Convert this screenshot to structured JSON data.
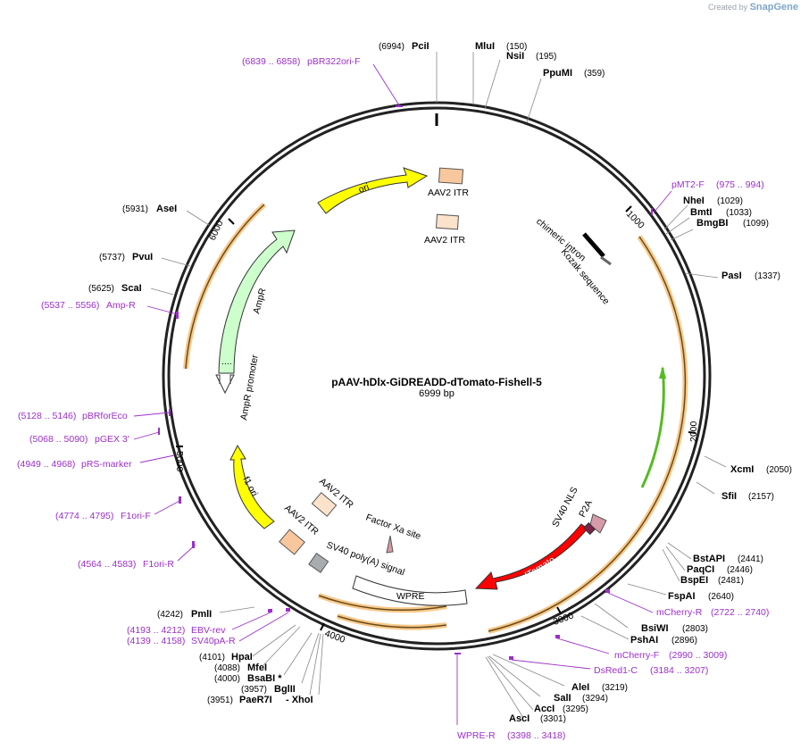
{
  "watermark": {
    "created_by": "Created by",
    "brand": "SnapGene"
  },
  "plasmid": {
    "name": "pAAV-hDlx-GiDREADD-dTomato-Fishell-5",
    "size": "6999 bp"
  },
  "ticks": [
    "1000",
    "2000",
    "3000",
    "4000",
    "5000",
    "6000"
  ],
  "sites_right": [
    {
      "name": "PciI",
      "pos": "(6994)"
    },
    {
      "name": "MluI",
      "pos": "(150)"
    },
    {
      "name": "NsiI",
      "pos": "(195)"
    },
    {
      "name": "PpuMI",
      "pos": "(359)"
    },
    {
      "name": "NheI",
      "pos": "(1029)"
    },
    {
      "name": "BmtI",
      "pos": "(1033)"
    },
    {
      "name": "BmgBI",
      "pos": "(1099)"
    },
    {
      "name": "PasI",
      "pos": "(1337)"
    },
    {
      "name": "XcmI",
      "pos": "(2050)"
    },
    {
      "name": "SfiI",
      "pos": "(2157)"
    },
    {
      "name": "BstAPI",
      "pos": "(2441)"
    },
    {
      "name": "PaqCI",
      "pos": "(2446)"
    },
    {
      "name": "BspEI",
      "pos": "(2481)"
    },
    {
      "name": "FspAI",
      "pos": "(2640)"
    },
    {
      "name": "BsiWI",
      "pos": "(2803)"
    },
    {
      "name": "PshAI",
      "pos": "(2896)"
    },
    {
      "name": "AleI",
      "pos": "(3219)"
    },
    {
      "name": "SalI",
      "pos": "(3294)"
    },
    {
      "name": "AccI",
      "pos": "(3295)"
    },
    {
      "name": "AscI",
      "pos": "(3301)"
    }
  ],
  "sites_left": [
    {
      "name": "AseI",
      "pos": "(5931)"
    },
    {
      "name": "PvuI",
      "pos": "(5737)"
    },
    {
      "name": "ScaI",
      "pos": "(5625)"
    },
    {
      "name": "PmlI",
      "pos": "(4242)"
    },
    {
      "name": "HpaI",
      "pos": "(4101)"
    },
    {
      "name": "MfeI",
      "pos": "(4088)"
    },
    {
      "name": "BsaBI *",
      "pos": "(4000)"
    },
    {
      "name": "BglII",
      "pos": "(3957)"
    },
    {
      "name": "PaeR7I",
      "pos": "(3951)"
    },
    {
      "name": "- XhoI",
      "pos": ""
    }
  ],
  "primers": [
    {
      "name": "pBR322ori-F",
      "pos": "(6839 .. 6858)"
    },
    {
      "name": "pMT2-F",
      "pos": "(975 .. 994)"
    },
    {
      "name": "Amp-R",
      "pos": "(5537 .. 5556)"
    },
    {
      "name": "pBRforEco",
      "pos": "(5128 .. 5146)"
    },
    {
      "name": "pGEX 3'",
      "pos": "(5068 .. 5090)"
    },
    {
      "name": "pRS-marker",
      "pos": "(4949 .. 4968)"
    },
    {
      "name": "F1ori-F",
      "pos": "(4774 .. 4795)"
    },
    {
      "name": "F1ori-R",
      "pos": "(4564 .. 4583)"
    },
    {
      "name": "EBV-rev",
      "pos": "(4193 .. 4212)"
    },
    {
      "name": "SV40pA-R",
      "pos": "(4139 .. 4158)"
    },
    {
      "name": "mCherry-R",
      "pos": "(2722 .. 2740)"
    },
    {
      "name": "mCherry-F",
      "pos": "(2990 .. 3009)"
    },
    {
      "name": "DsRed1-C",
      "pos": "(3184 .. 3207)"
    },
    {
      "name": "WPRE-R",
      "pos": "(3398 .. 3418)"
    }
  ],
  "features": {
    "ori": "ori",
    "aav2_itr": "AAV2 ITR",
    "chimeric_intron": "chimeric intron",
    "kozak": "Kozak sequence",
    "ampr": "AmpR",
    "ampr_promoter": "AmpR promoter",
    "f1_ori": "f1 ori",
    "factor_xa": "Factor Xa site",
    "sv40_polya": "SV40 poly(A) signal",
    "wpre": "WPRE",
    "dtomato": "dTomato",
    "sv40_nls": "SV40 NLS",
    "p2a": "P2A",
    "dots": "...."
  },
  "colors": {
    "primer": "#9b30c8",
    "ori": "#ffff00",
    "ampr": "#ccffcc",
    "itr": "#f9c79d",
    "dtomato": "#ff0000",
    "p2a": "#d79aa8",
    "orange_band": "#f7c98a",
    "green_arc": "#55bb22"
  }
}
